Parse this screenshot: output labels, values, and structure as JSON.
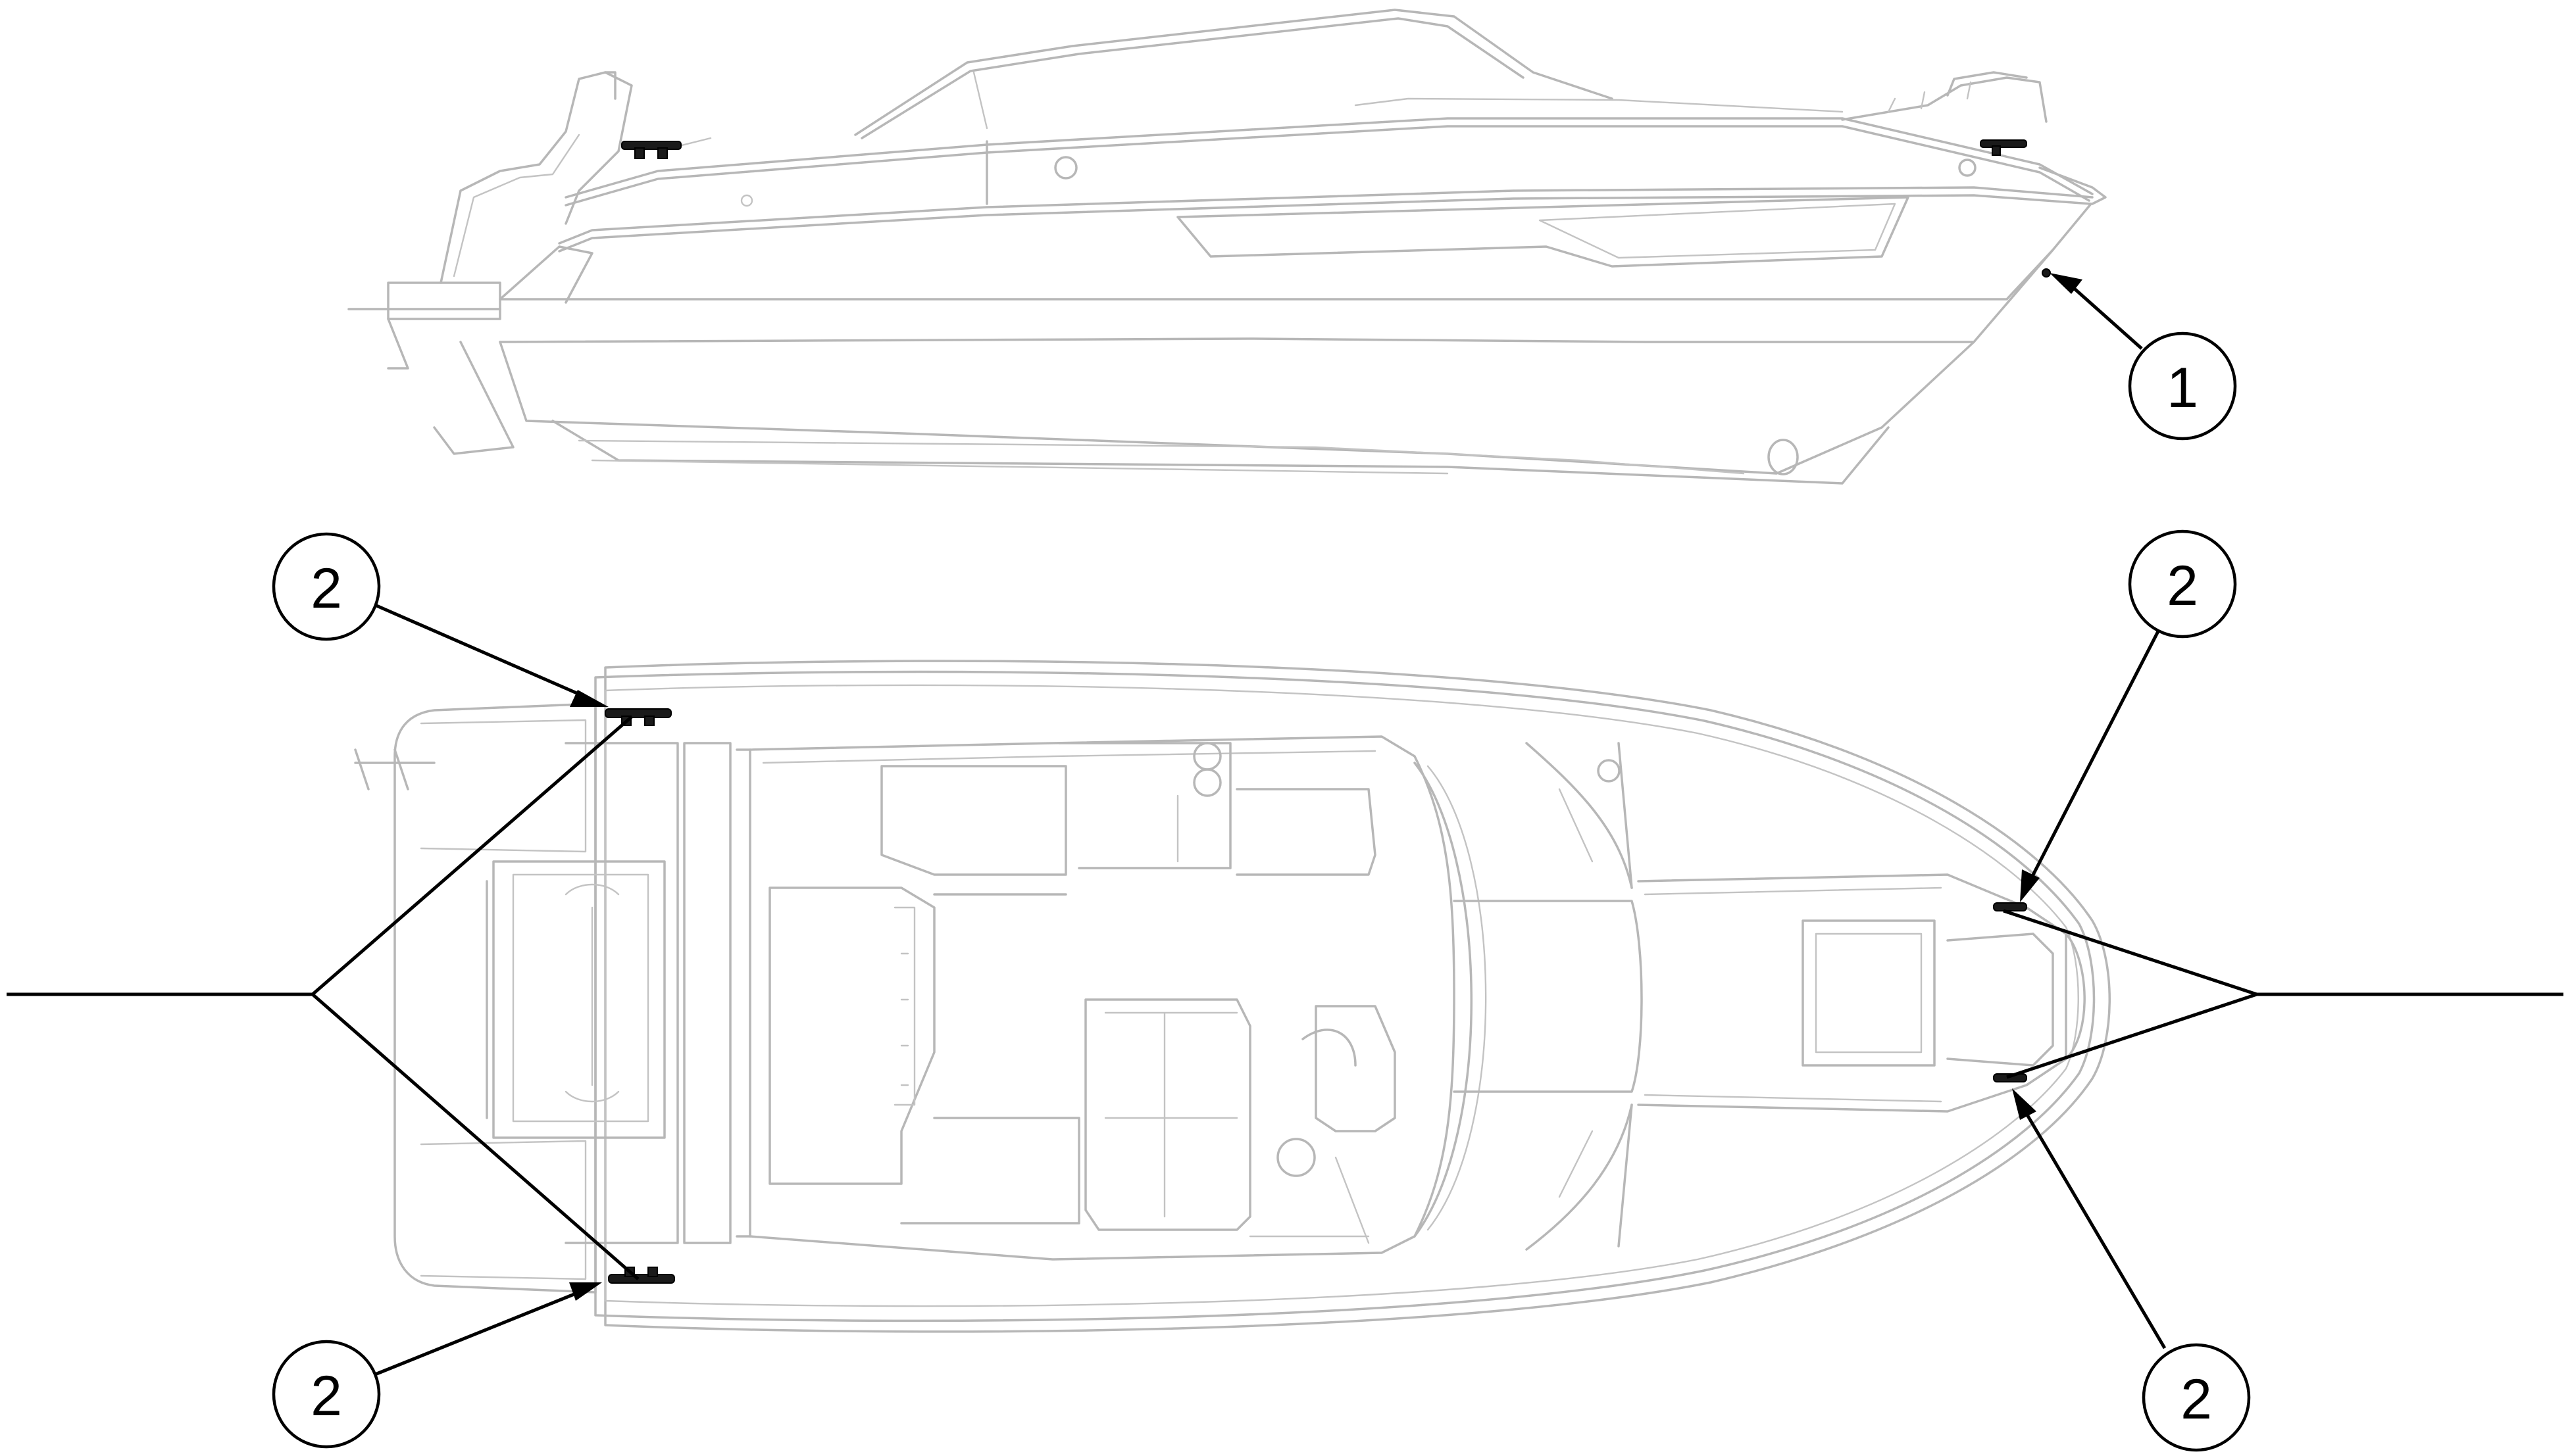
{
  "callouts": [
    {
      "id": "bow-eye",
      "label": "1"
    },
    {
      "id": "cleat-stern-port",
      "label": "2"
    },
    {
      "id": "cleat-stern-starboard",
      "label": "2"
    },
    {
      "id": "cleat-bow-port",
      "label": "2"
    },
    {
      "id": "cleat-bow-starboard",
      "label": "2"
    }
  ],
  "colors": {
    "hull_outline": "#b7b7b7",
    "callout": "#000000",
    "background": "#ffffff"
  }
}
